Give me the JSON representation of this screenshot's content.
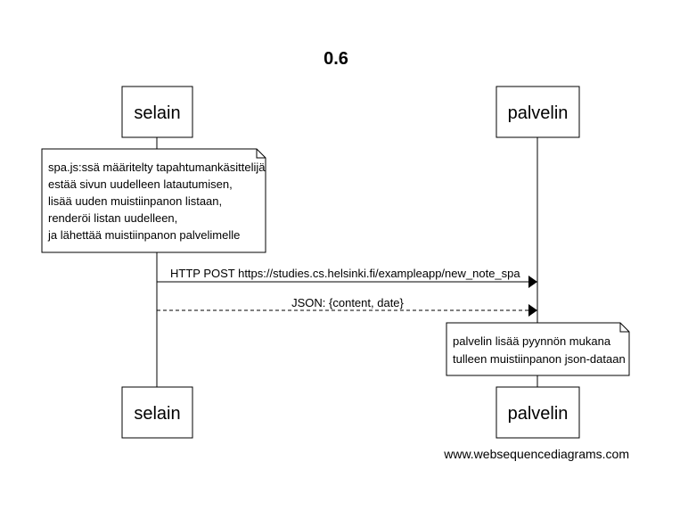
{
  "diagram": {
    "title": "0.6",
    "participants": [
      {
        "id": "selain",
        "label": "selain"
      },
      {
        "id": "palvelin",
        "label": "palvelin"
      }
    ],
    "notes": [
      {
        "over": "selain",
        "lines": [
          "spa.js:ssä määritelty tapahtumankäsittelijä",
          "estää sivun uudelleen latautumisen,",
          "lisää uuden muistiinpanon listaan,",
          "renderöi listan uudelleen,",
          "ja lähettää muistiinpanon palvelimelle"
        ]
      },
      {
        "over": "palvelin",
        "lines": [
          "palvelin lisää pyynnön mukana",
          "tulleen muistiinpanon json-dataan"
        ]
      }
    ],
    "messages": [
      {
        "from": "selain",
        "to": "palvelin",
        "style": "solid",
        "label": "HTTP POST https://studies.cs.helsinki.fi/exampleapp/new_note_spa"
      },
      {
        "from": "selain",
        "to": "palvelin",
        "style": "dashed",
        "label": "JSON: {content, date}"
      }
    ],
    "footer": "www.websequencediagrams.com"
  }
}
